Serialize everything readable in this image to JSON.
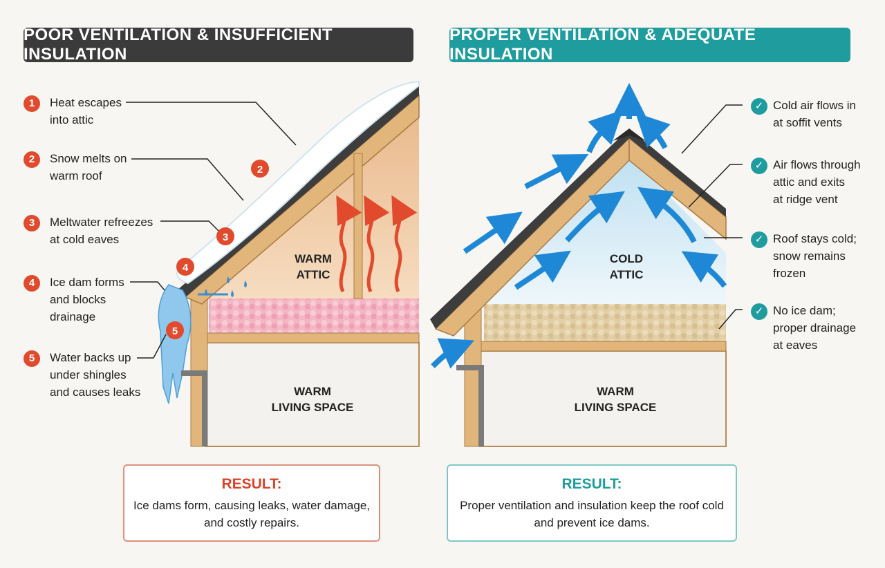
{
  "left_panel": {
    "title": "POOR VENTILATION & INSUFFICIENT INSULATION",
    "attic_label": [
      "WARM",
      "ATTIC"
    ],
    "living_label": [
      "WARM",
      "LIVING SPACE"
    ],
    "steps": [
      {
        "num": "1",
        "lines": [
          "Heat escapes",
          "into attic"
        ]
      },
      {
        "num": "2",
        "lines": [
          "Snow melts on",
          "warm roof"
        ]
      },
      {
        "num": "3",
        "lines": [
          "Meltwater refreezes",
          "at cold eaves"
        ]
      },
      {
        "num": "4",
        "lines": [
          "Ice dam forms",
          "and blocks",
          "drainage"
        ]
      },
      {
        "num": "5",
        "lines": [
          "Water backs up",
          "under shingles",
          "and causes leaks"
        ]
      }
    ],
    "diagram_markers": [
      "2",
      "3",
      "4",
      "5"
    ],
    "result": {
      "title": "RESULT:",
      "lines": [
        "Ice dams form, causing leaks, water damage,",
        "and costly repairs."
      ]
    }
  },
  "right_panel": {
    "title": "PROPER VENTILATION & ADEQUATE INSULATION",
    "attic_label": [
      "COLD",
      "ATTIC"
    ],
    "living_label": [
      "WARM",
      "LIVING SPACE"
    ],
    "checks": [
      {
        "icon": "check-icon",
        "lines": [
          "Cold air flows in",
          "at soffit vents"
        ]
      },
      {
        "icon": "check-icon",
        "lines": [
          "Air flows through",
          "attic and exits",
          "at ridge vent"
        ]
      },
      {
        "icon": "check-icon",
        "lines": [
          "Roof stays cold;",
          "snow remains",
          "frozen"
        ]
      },
      {
        "icon": "check-icon",
        "lines": [
          "No ice dam;",
          "proper drainage",
          "at eaves"
        ]
      }
    ],
    "result": {
      "title": "RESULT:",
      "lines": [
        "Proper ventilation and insulation keep the roof cold",
        "and prevent ice dams."
      ]
    }
  },
  "colors": {
    "dark_header": "#3b3b3b",
    "teal": "#1f9c9e",
    "red": "#e14a2c",
    "warm_attic": "#f1c89a",
    "cold_attic": "#d8ecf5",
    "pink_insulation": "#f4b6c4",
    "tan_insulation": "#e3cfa6",
    "wood": "#e2b57a",
    "shingle": "#3d3d3d",
    "ice": "#8fc8ec"
  }
}
